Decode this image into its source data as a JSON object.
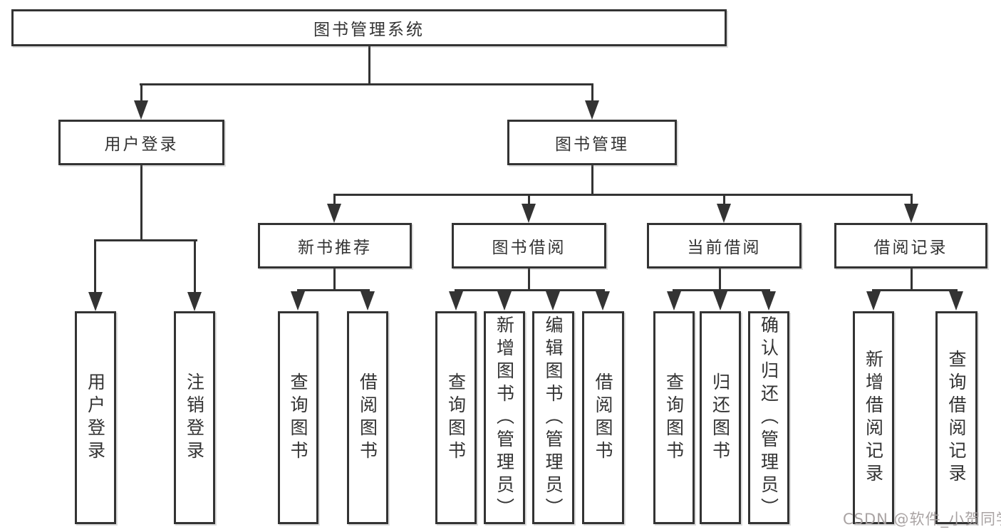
{
  "diagram": {
    "root": {
      "label": "图书管理系统"
    },
    "level2": [
      {
        "label": "用户登录"
      },
      {
        "label": "图书管理"
      }
    ],
    "level3": [
      {
        "label": "新书推荐",
        "parent": "图书管理"
      },
      {
        "label": "图书借阅",
        "parent": "图书管理"
      },
      {
        "label": "当前借阅",
        "parent": "图书管理"
      },
      {
        "label": "借阅记录",
        "parent": "图书管理"
      }
    ],
    "leaves": [
      {
        "label": "用户登录",
        "parent": "用户登录"
      },
      {
        "label": "注销登录",
        "parent": "用户登录"
      },
      {
        "label": "查询图书",
        "parent": "新书推荐"
      },
      {
        "label": "借阅图书",
        "parent": "新书推荐"
      },
      {
        "label": "查询图书",
        "parent": "图书借阅"
      },
      {
        "label": "新增图书（管理员）",
        "parent": "图书借阅"
      },
      {
        "label": "编辑图书（管理员）",
        "parent": "图书借阅"
      },
      {
        "label": "借阅图书",
        "parent": "图书借阅"
      },
      {
        "label": "查询图书",
        "parent": "当前借阅"
      },
      {
        "label": "归还图书",
        "parent": "当前借阅"
      },
      {
        "label": "确认归还（管理员）",
        "parent": "当前借阅"
      },
      {
        "label": "新增借阅记录",
        "parent": "借阅记录"
      },
      {
        "label": "查询借阅记录",
        "parent": "借阅记录"
      }
    ]
  },
  "watermark": {
    "text": "CSDN @软件_小贺同学"
  },
  "colors": {
    "line": "#333333",
    "text": "#333333",
    "background": "#ffffff",
    "watermark": "#a49e9e"
  }
}
